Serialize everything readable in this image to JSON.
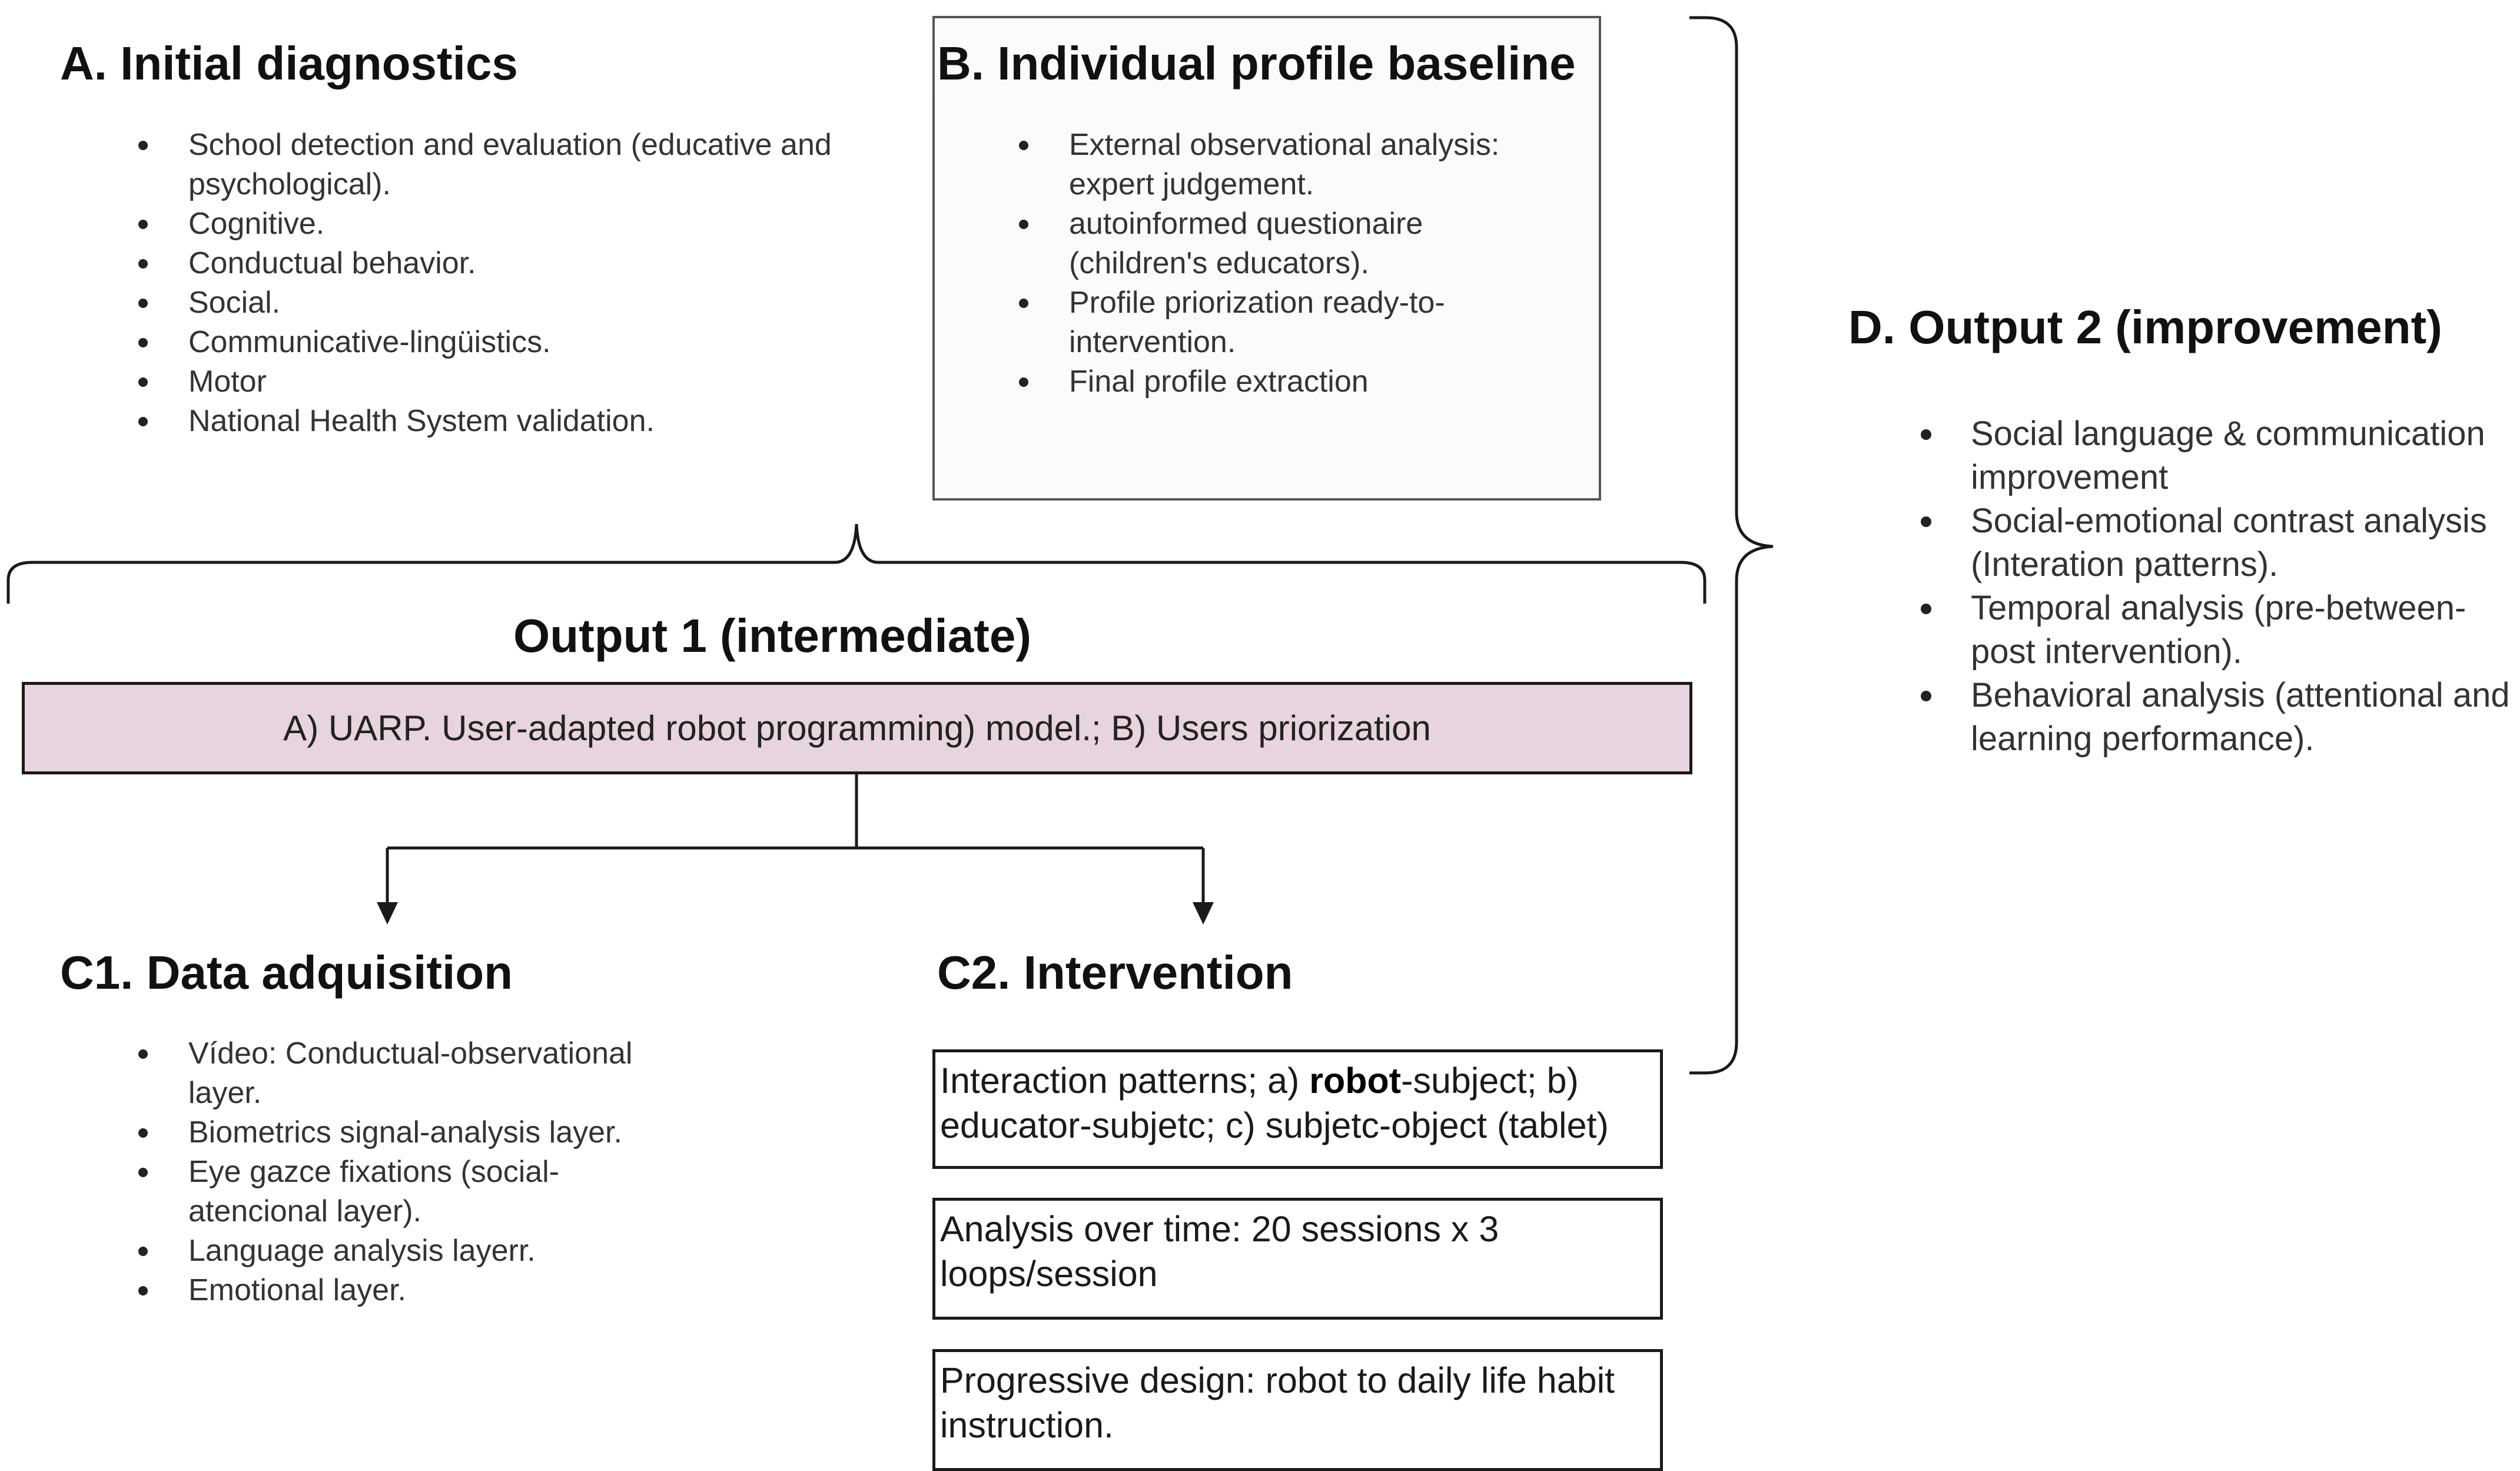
{
  "sections": {
    "initial_diagnostics": {
      "title": "A. Initial diagnostics",
      "items": [
        "School detection and evaluation (educative and psychological).",
        "Cognitive.",
        "Conductual behavior.",
        "Social.",
        "Communicative-lingüistics.",
        "Motor",
        "National Health System validation."
      ]
    },
    "profile_baseline": {
      "title": "B. Individual profile baseline",
      "items": [
        "External observational analysis: expert judgement.",
        "autoinformed questionaire (children's educators).",
        "Profile priorization ready-to-intervention.",
        "Final profile extraction"
      ]
    },
    "output1": {
      "title": "Output 1 (intermediate)",
      "box_text": "A) UARP. User-adapted robot programming) model.; B) Users priorization"
    },
    "data_acquisition": {
      "title": "C1. Data adquisition",
      "items": [
        "Vídeo: Conductual-observational layer.",
        "Biometrics signal-analysis layer.",
        "Eye gazce fixations (social-atencional layer).",
        "Language analysis layerr.",
        "Emotional layer."
      ]
    },
    "intervention": {
      "title": "C2. Intervention",
      "box1_prefix": "Interaction patterns; a) ",
      "box1_bold": "robot",
      "box1_suffix": "-subject; b) educator-subjetc; c) subjetc-object (tablet)",
      "box2": "Analysis over time: 20 sessions x 3 loops/session",
      "box3": "Progressive design: robot to daily life habit instruction."
    },
    "output2": {
      "title": "D. Output 2 (improvement)",
      "items": [
        "Social language & communication improvement",
        "Social-emotional contrast analysis (Interation patterns).",
        "Temporal analysis (pre-between-post intervention).",
        "Behavioral analysis (attentional and learning performance)."
      ]
    }
  },
  "colors": {
    "output1_fill": "#e8d4df",
    "profile_box_fill": "#fcfafa",
    "line": "#1a1a1a"
  }
}
